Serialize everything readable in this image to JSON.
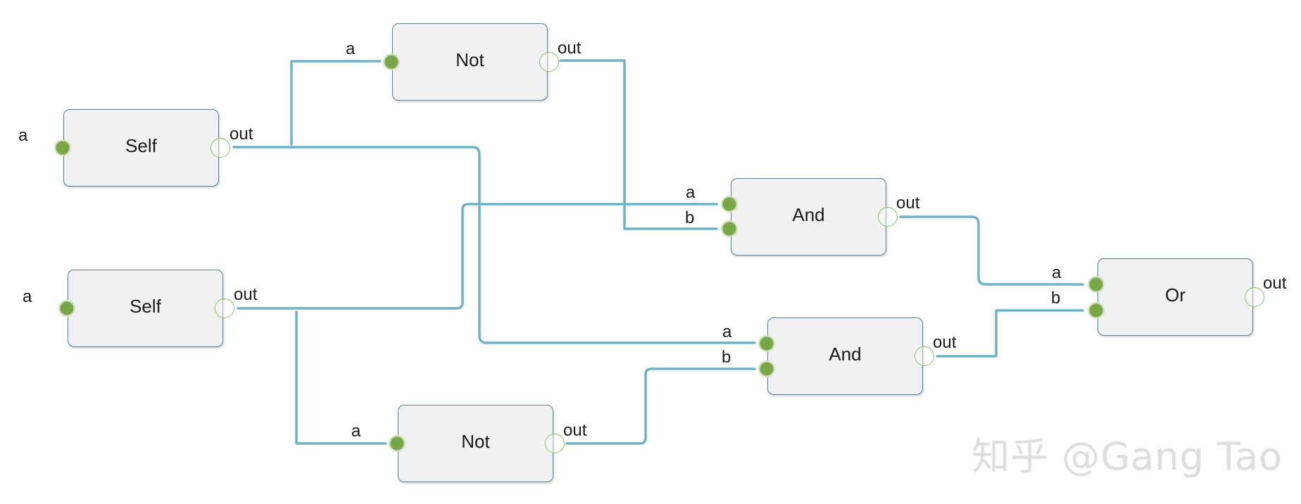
{
  "nodes": {
    "self1": {
      "label": "Self",
      "in_label": "a",
      "out_label": "out"
    },
    "self2": {
      "label": "Self",
      "in_label": "a",
      "out_label": "out"
    },
    "not1": {
      "label": "Not",
      "in_label": "a",
      "out_label": "out"
    },
    "not2": {
      "label": "Not",
      "in_label": "a",
      "out_label": "out"
    },
    "and1": {
      "label": "And",
      "in_a_label": "a",
      "in_b_label": "b",
      "out_label": "out"
    },
    "and2": {
      "label": "And",
      "in_a_label": "a",
      "in_b_label": "b",
      "out_label": "out"
    },
    "or1": {
      "label": "Or",
      "in_a_label": "a",
      "in_b_label": "b",
      "out_label": "out"
    }
  },
  "watermark": "知乎 @Gang Tao",
  "colors": {
    "wire": "#6db3c7",
    "node_fill": "#f1f1f1",
    "node_border": "#5f7f95",
    "port_in": "#79a646",
    "port_out": "#8fbf6a"
  }
}
